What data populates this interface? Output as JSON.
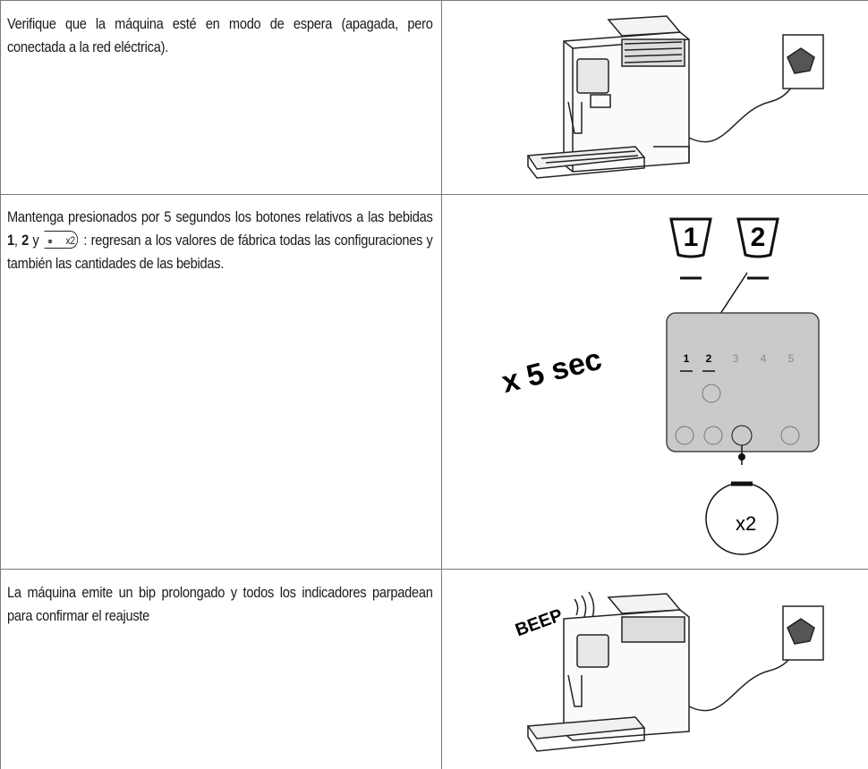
{
  "rows": [
    {
      "text": "Verifique que la máquina esté en modo de espera (apagada, pero conectada a la red eléctrica)."
    },
    {
      "text_parts": {
        "pre": "Mantenga presionados por 5 segundos los botones relativos a las bebidas ",
        "b1": "1",
        "sep": ", ",
        "b2": "2",
        "y": " y ",
        "pill": "x2",
        "post": " : regresan a los valores de fábrica todas las configuraciones y también las cantidades de las bebidas."
      },
      "illustration": {
        "key1": "1",
        "key2": "2",
        "duration": "x 5 sec",
        "panel_keys": [
          "1",
          "2",
          "3",
          "4",
          "5"
        ],
        "zoom_label": "x2"
      }
    },
    {
      "text": "La máquina emite un bip prolongado y todos los indicadores parpadean para confirmar el reajuste",
      "illustration": {
        "sound": "BEEP"
      }
    }
  ]
}
